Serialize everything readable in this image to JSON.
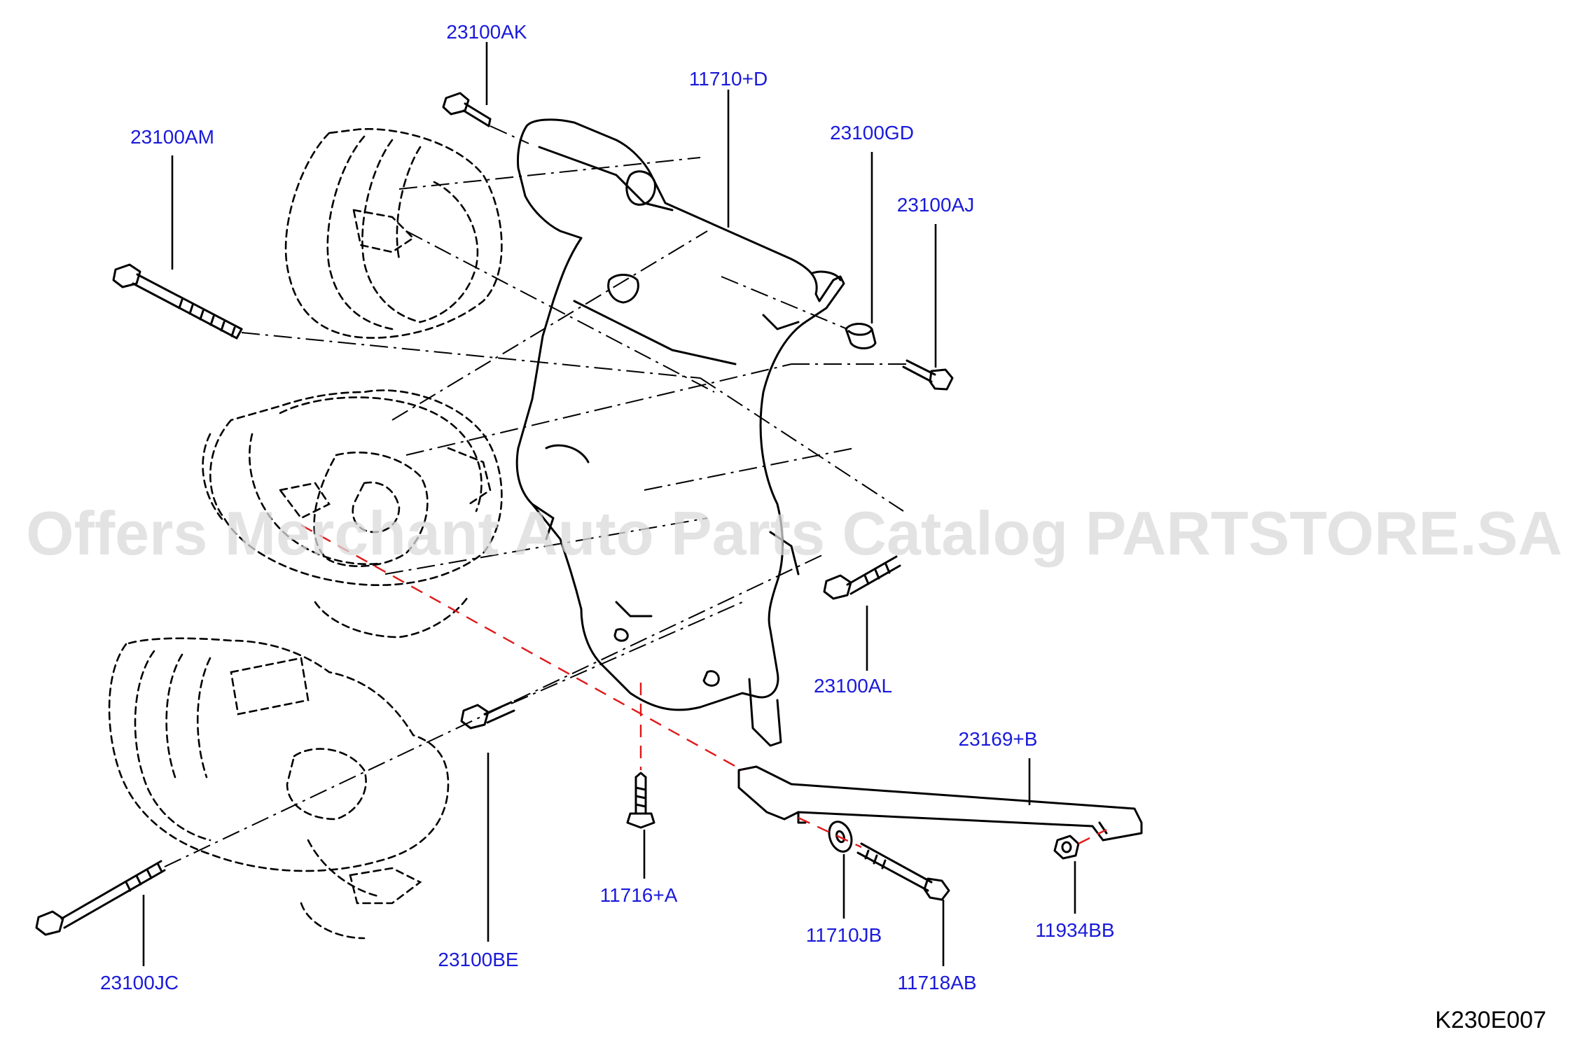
{
  "diagram_code": "K230E007",
  "watermark": "Offers Merchant Auto Parts Catalog PARTSTORE.SA",
  "part_labels": {
    "p23100AK": "23100AK",
    "p11710D": "11710+D",
    "p23100AM": "23100AM",
    "p23100GD": "23100GD",
    "p23100AJ": "23100AJ",
    "p23100AL": "23100AL",
    "p23169B": "23169+B",
    "p11716A": "11716+A",
    "p11710JB": "11710JB",
    "p11934BB": "11934BB",
    "p11718AB": "11718AB",
    "p23100BE": "23100BE",
    "p23100JC": "23100JC"
  },
  "colors": {
    "label": "#1a1adb",
    "line": "#000000",
    "red_centerline": "#e01818",
    "watermark": "#d9d9d9"
  }
}
